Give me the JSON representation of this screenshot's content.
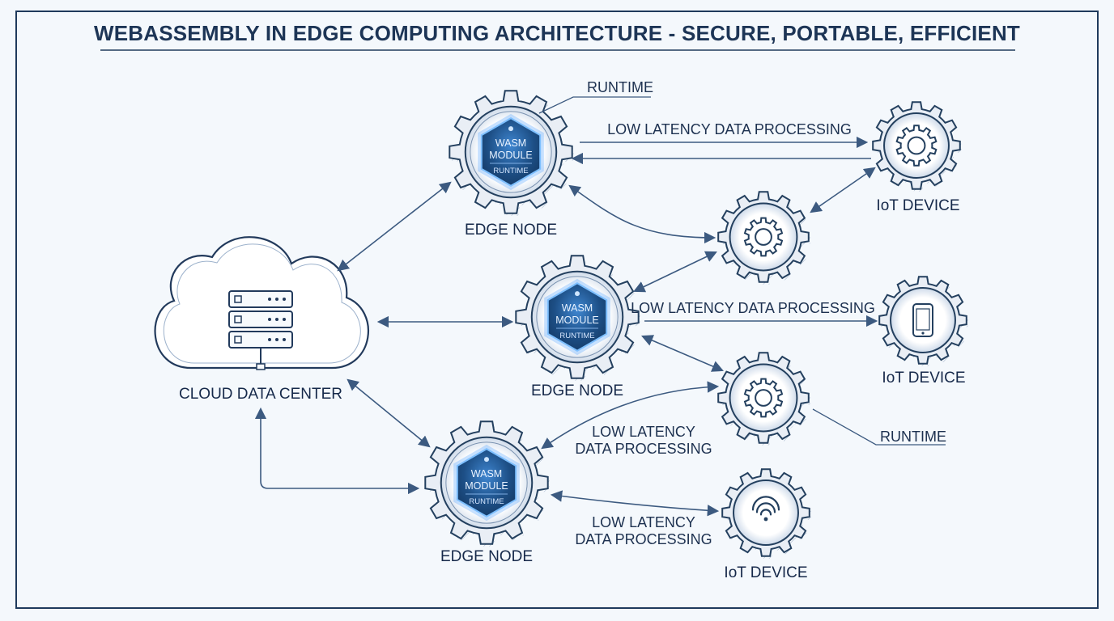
{
  "title": "WEBASSEMBLY IN EDGE COMPUTING ARCHITECTURE - SECURE, PORTABLE, EFFICIENT",
  "cloud": {
    "label": "CLOUD DATA CENTER",
    "icon": "server-rack-icon"
  },
  "edge_nodes": [
    {
      "label": "EDGE NODE",
      "module": "WASM MODULE",
      "module_line1": "WASM",
      "module_line2": "MODULE",
      "runtime": "RUNTIME"
    },
    {
      "label": "EDGE NODE",
      "module": "WASM MODULE",
      "module_line1": "WASM",
      "module_line2": "MODULE",
      "runtime": "RUNTIME"
    },
    {
      "label": "EDGE NODE",
      "module": "WASM MODULE",
      "module_line1": "WASM",
      "module_line2": "MODULE",
      "runtime": "RUNTIME"
    }
  ],
  "iot_devices": [
    {
      "label": "IoT DEVICE",
      "icon": "gear-icon"
    },
    {
      "label": "IoT DEVICE",
      "icon": "smartphone-icon"
    },
    {
      "label": "IoT DEVICE",
      "icon": "wifi-icon"
    }
  ],
  "runtime_callouts": [
    "RUNTIME",
    "RUNTIME"
  ],
  "flows": {
    "top": "LOW LATENCY DATA PROCESSING",
    "middle": "LOW LATENCY DATA PROCESSING",
    "lower_line1": "LOW LATENCY",
    "lower_line2": "DATA PROCESSING",
    "bottom_line1": "LOW LATENCY",
    "bottom_line2": "DATA PROCESSING"
  },
  "colors": {
    "background": "#f4f8fc",
    "frame": "#1f3a5c",
    "ink": "#1d3150",
    "hexagon_fill": "#1d4f86",
    "hexagon_glow": "#5fa8ff",
    "gear_fill": "#e9eef5"
  }
}
